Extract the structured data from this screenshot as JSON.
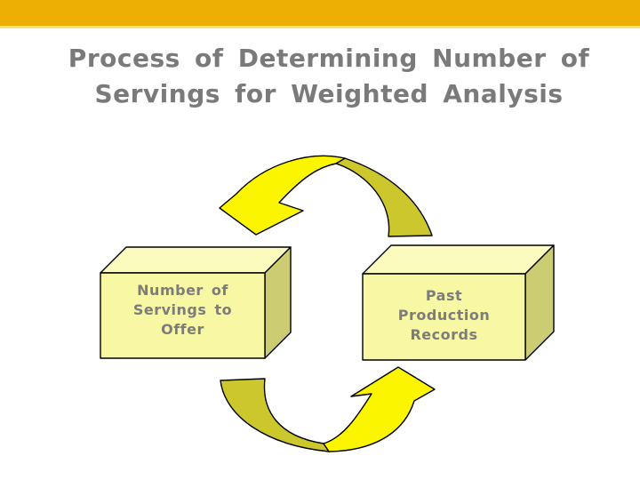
{
  "title": {
    "text": "Process of Determining Number of\nServings for Weighted Analysis"
  },
  "diagram": {
    "boxes": [
      {
        "id": "number-of-servings",
        "label": "Number of\nServings to\nOffer"
      },
      {
        "id": "past-production-records",
        "label": "Past\nProduction\nRecords"
      }
    ],
    "cycle_arrows": [
      {
        "id": "top-curved-arrow",
        "points_to": "number-of-servings"
      },
      {
        "id": "bottom-curved-arrow",
        "points_to": "past-production-records"
      }
    ]
  },
  "colors": {
    "background": "#FFFFFF",
    "bar": "#EEAF04",
    "bar_edge": "#F7E27A",
    "title_text": "#7A7A7A",
    "box_front": "#F7F7A4",
    "box_top": "#FBFBBE",
    "box_side": "#CCCC72",
    "box_text": "#7C7C7C",
    "arrow_yellow": "#FBF500",
    "arrow_olive": "#CDC72E",
    "outline": "#000000"
  }
}
